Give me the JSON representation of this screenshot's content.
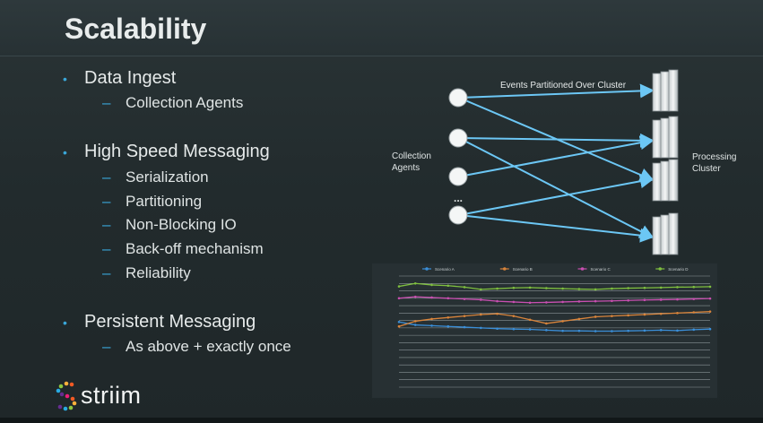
{
  "slide": {
    "title": "Scalability",
    "accent_color": "#3aa6d8",
    "sections": [
      {
        "heading": "Data Ingest",
        "items": [
          "Collection Agents"
        ]
      },
      {
        "heading": "High Speed Messaging",
        "items": [
          "Serialization",
          "Partitioning",
          "Non-Blocking IO",
          "Back-off mechanism",
          "Reliability"
        ]
      },
      {
        "heading": "Persistent Messaging",
        "items": [
          "As above + exactly once"
        ]
      }
    ]
  },
  "diagram": {
    "top_label": "Events Partitioned Over Cluster",
    "left_label_line1": "Collection",
    "left_label_line2": "Agents",
    "right_label_line1": "Processing",
    "right_label_line2": "Cluster",
    "ellipsis": "...",
    "arrow_color": "#6cc7f5"
  },
  "chart_data": {
    "type": "line",
    "series": [
      {
        "name": "Scenario A",
        "color": "#3b8fd9",
        "values": [
          440,
          420,
          415,
          410,
          405,
          400,
          395,
          392,
          390,
          385,
          380,
          380,
          378,
          378,
          380,
          382,
          385,
          382,
          388,
          392
        ]
      },
      {
        "name": "Scenario B",
        "color": "#d9843b",
        "values": [
          410,
          445,
          460,
          470,
          480,
          490,
          495,
          480,
          455,
          430,
          445,
          460,
          475,
          480,
          485,
          490,
          495,
          500,
          505,
          510
        ]
      },
      {
        "name": "Scenario C",
        "color": "#c94fb1",
        "values": [
          600,
          610,
          605,
          600,
          595,
          590,
          580,
          575,
          570,
          572,
          575,
          578,
          580,
          582,
          585,
          588,
          590,
          592,
          595,
          598
        ]
      },
      {
        "name": "Scenario D",
        "color": "#7fbf3f",
        "values": [
          680,
          700,
          690,
          685,
          675,
          660,
          665,
          670,
          672,
          668,
          665,
          662,
          660,
          665,
          668,
          670,
          672,
          675,
          676,
          678
        ]
      }
    ],
    "ylim": [
      0,
      750
    ],
    "grid": true,
    "legend": "top"
  },
  "brand": {
    "name": "striim"
  }
}
